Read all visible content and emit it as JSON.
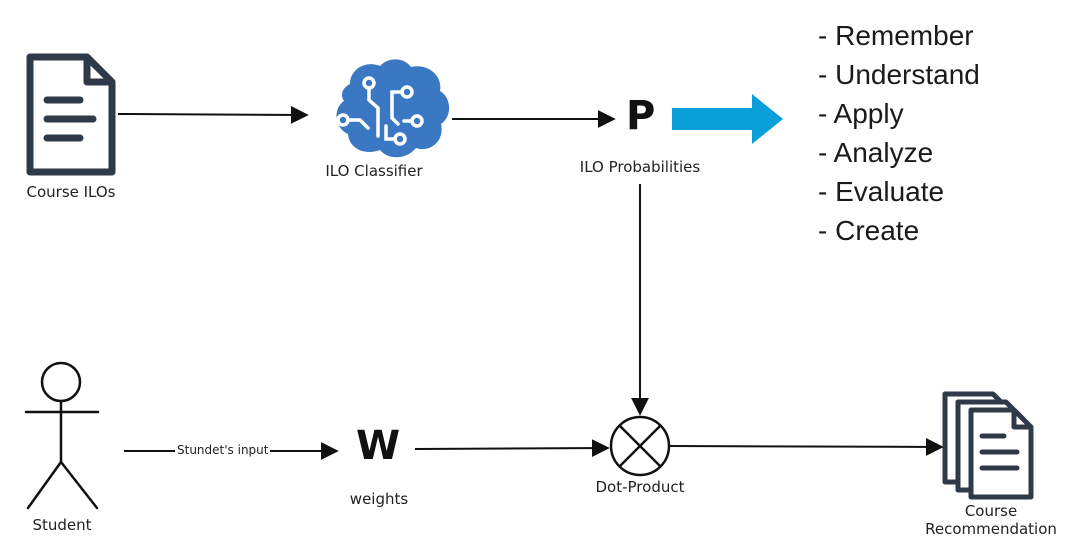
{
  "nodes": {
    "course_ilos": "Course ILOs",
    "ilo_classifier": "ILO Classifier",
    "ilo_probabilities_symbol": "P",
    "ilo_probabilities": "ILO Probabilities",
    "student": "Student",
    "weights_symbol": "W",
    "weights": "weights",
    "dot_product": "Dot-Product",
    "course_recommendation_line1": "Course",
    "course_recommendation_line2": "Recommendation"
  },
  "edges": {
    "student_to_weights": "Stundet's input"
  },
  "bloom_levels": [
    "- Remember",
    "- Understand",
    "- Apply",
    "- Analyze",
    "- Evaluate",
    "- Create"
  ],
  "colors": {
    "icon_dark": "#2f3a48",
    "brain_blue": "#3a78c3",
    "arrow_blue": "#0a9fd8",
    "line": "#111111"
  },
  "icons": [
    "document-icon",
    "brain-circuit-icon",
    "big-arrow-icon",
    "stick-figure-icon",
    "multiply-circle-icon",
    "documents-stack-icon"
  ]
}
